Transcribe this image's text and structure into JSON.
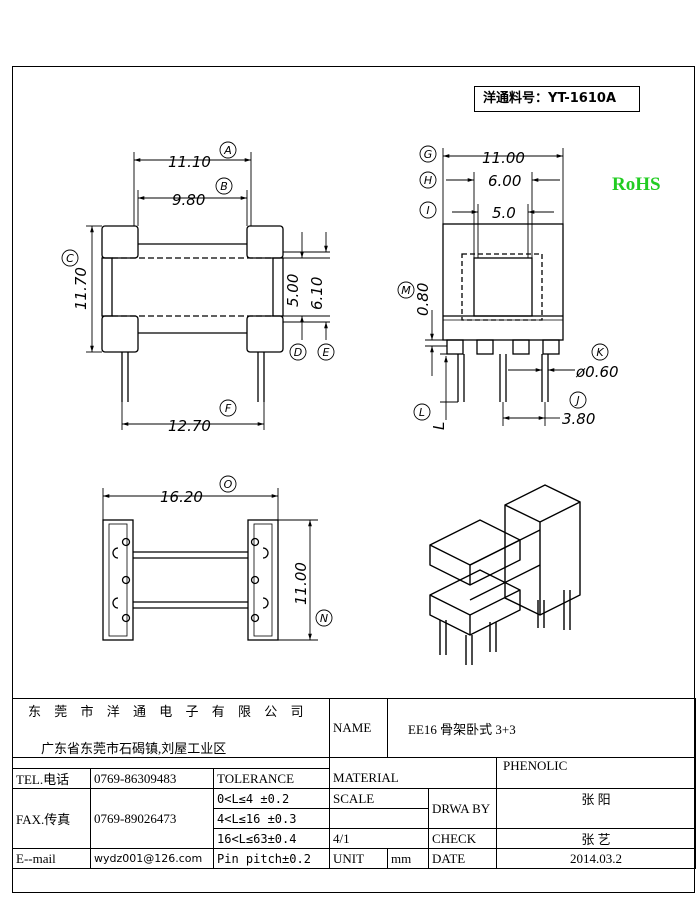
{
  "part_no": "洋通料号：YT-1610A",
  "rohs": "RoHS",
  "dims": {
    "A": "11.10",
    "B": "9.80",
    "C": "11.70",
    "D": "5.00",
    "E": "6.10",
    "F": "12.70",
    "G": "11.00",
    "H": "6.00",
    "I": "5.0",
    "M": "0.80",
    "K": "ø0.60",
    "J": "3.80",
    "L": "L",
    "O": "16.20",
    "N": "11.00"
  },
  "labels": {
    "A": "A",
    "B": "B",
    "C": "C",
    "D": "D",
    "E": "E",
    "F": "F",
    "G": "G",
    "H": "H",
    "I": "I",
    "M": "M",
    "K": "K",
    "J": "J",
    "L": "L",
    "O": "O",
    "N": "N"
  },
  "title_block": {
    "company": "东 莞 市 洋 通 电 子 有 限 公 司",
    "address": "广东省东莞市石碣镇,刘屋工业区",
    "name_label": "NAME",
    "name_value": "EE16 骨架卧式 3+3",
    "material_value": "PHENOLIC",
    "tel_label": "TEL.电话",
    "tel_value": "0769-86309483",
    "tolerance_label": "TOLERANCE",
    "material_label": "MATERIAL",
    "fax_label": "FAX.传真",
    "fax_value": "0769-89026473",
    "tol1": "0<L≤4  ±0.2",
    "tol2": "4<L≤16 ±0.3",
    "tol3": "16<L≤63±0.4",
    "tol4": "Pin pitch±0.2",
    "scale_label": "SCALE",
    "scale_value": "4/1",
    "drawn_label": "DRWA BY",
    "drawn_value": "张 阳",
    "check_label": "CHECK",
    "check_value": "张 艺",
    "email_label": "E--mail",
    "email_value": "wydz001@126.com",
    "unit_label": "UNIT",
    "unit_value": "mm",
    "date_label": "DATE",
    "date_value": "2014.03.2"
  }
}
